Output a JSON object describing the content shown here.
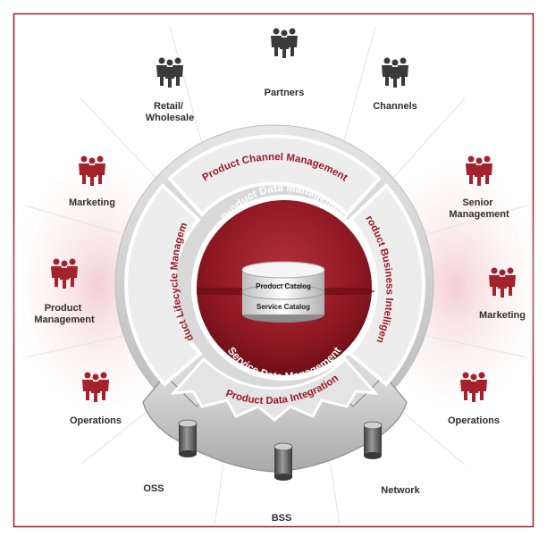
{
  "stakeholders": {
    "retail_wholesale": [
      "Retail/",
      "Wholesale"
    ],
    "partners": [
      "Partners"
    ],
    "channels": [
      "Channels"
    ],
    "marketing_left": [
      "Marketing"
    ],
    "product_management": [
      "Product",
      "Management"
    ],
    "operations_left": [
      "Operations"
    ],
    "senior_management": [
      "Senior",
      "Management"
    ],
    "marketing_right": [
      "Marketing"
    ],
    "operations_right": [
      "Operations"
    ]
  },
  "systems": {
    "oss": "OSS",
    "bss": "BSS",
    "network": "Network"
  },
  "segments": {
    "top": "Product Channel Management",
    "left": "Product Lifecycle Management",
    "right": "Product Business Intelligence",
    "bottom": "Product Data Integration"
  },
  "core": {
    "top": "Product Data Management",
    "bottom": "Service Data Management",
    "catalog_top": "Product Catalog",
    "catalog_bottom": "Service Catalog"
  },
  "colors": {
    "accent": "#9b1b26",
    "person_dark": "#3a3a3a",
    "person_red": "#a3222c",
    "ring": "#c9c9c9",
    "segment_fill": "#ececec",
    "border": "#9b1b26"
  },
  "icons": {
    "people": "people-group-icon",
    "database": "database-cylinder-icon"
  }
}
